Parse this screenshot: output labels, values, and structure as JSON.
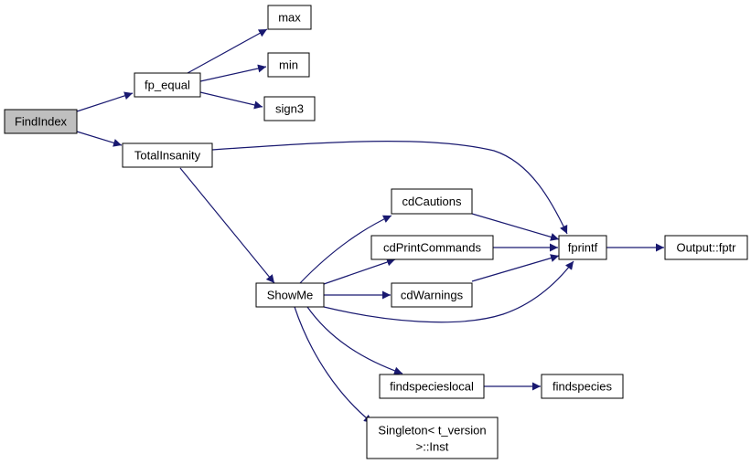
{
  "colors": {
    "edge": "#191970",
    "node_fill": "#ffffff",
    "root_fill": "#bfbfbf",
    "border": "#000000"
  },
  "nodes": {
    "findindex": {
      "label": "FindIndex",
      "root": true
    },
    "fp_equal": {
      "label": "fp_equal"
    },
    "max": {
      "label": "max"
    },
    "min": {
      "label": "min"
    },
    "sign3": {
      "label": "sign3"
    },
    "totalinsanity": {
      "label": "TotalInsanity"
    },
    "cdcautions": {
      "label": "cdCautions"
    },
    "cdprintcommands": {
      "label": "cdPrintCommands"
    },
    "showme": {
      "label": "ShowMe"
    },
    "cdwarnings": {
      "label": "cdWarnings"
    },
    "fprintf": {
      "label": "fprintf"
    },
    "output_fptr": {
      "label": "Output::fptr"
    },
    "findspecieslocal": {
      "label": "findspecieslocal"
    },
    "findspecies": {
      "label": "findspecies"
    },
    "singleton_inst": {
      "label_line1": "Singleton< t_version",
      "label_line2": ">::Inst"
    }
  },
  "edges": [
    [
      "findindex",
      "fp_equal"
    ],
    [
      "findindex",
      "totalinsanity"
    ],
    [
      "fp_equal",
      "max"
    ],
    [
      "fp_equal",
      "min"
    ],
    [
      "fp_equal",
      "sign3"
    ],
    [
      "totalinsanity",
      "fprintf"
    ],
    [
      "totalinsanity",
      "showme"
    ],
    [
      "showme",
      "cdcautions"
    ],
    [
      "showme",
      "cdprintcommands"
    ],
    [
      "showme",
      "cdwarnings"
    ],
    [
      "showme",
      "fprintf"
    ],
    [
      "showme",
      "findspecieslocal"
    ],
    [
      "showme",
      "singleton_inst"
    ],
    [
      "cdcautions",
      "fprintf"
    ],
    [
      "cdprintcommands",
      "fprintf"
    ],
    [
      "cdwarnings",
      "fprintf"
    ],
    [
      "fprintf",
      "output_fptr"
    ],
    [
      "findspecieslocal",
      "findspecies"
    ]
  ]
}
